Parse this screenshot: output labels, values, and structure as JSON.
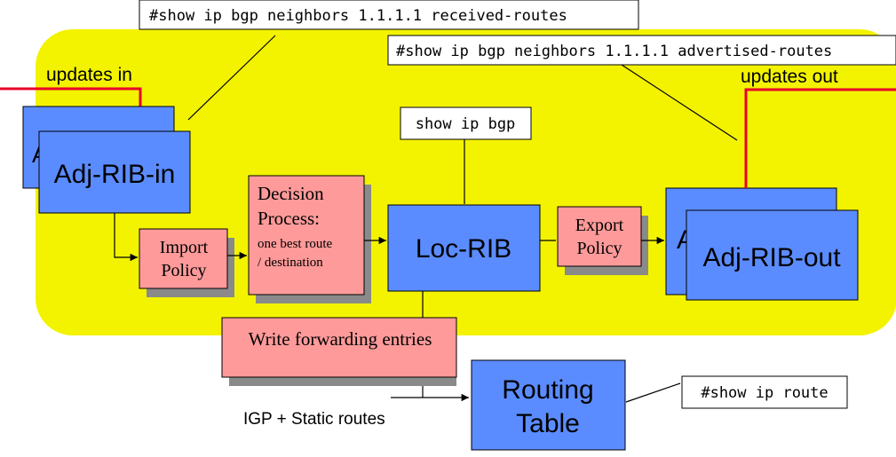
{
  "colors": {
    "region": "#f3f300",
    "rib_box": "#5b8cff",
    "policy_box": "#ff9a9a",
    "shadow": "#8a8a8a",
    "update_line": "#e8002a",
    "connector": "#000000"
  },
  "labels": {
    "updates_in": "updates in",
    "updates_out": "updates out",
    "igp_static": "IGP + Static routes"
  },
  "commands": {
    "received_routes": "#show ip bgp neighbors 1.1.1.1 received-routes",
    "advertised_routes": "#show ip bgp neighbors 1.1.1.1 advertised-routes",
    "show_ip_bgp": "show ip bgp",
    "show_ip_route": "#show ip route"
  },
  "boxes": {
    "adj_rib_in_back": "A",
    "adj_rib_in": "Adj-RIB-in",
    "import_policy": [
      "Import",
      "Policy"
    ],
    "decision_process": [
      "Decision",
      "Process:",
      "one best route",
      "/ destination"
    ],
    "loc_rib": "Loc-RIB",
    "export_policy": [
      "Export",
      "Policy"
    ],
    "adj_rib_out_back": "A",
    "adj_rib_out": "Adj-RIB-out",
    "write_forwarding": "Write forwarding entries",
    "routing_table": [
      "Routing",
      "Table"
    ]
  }
}
